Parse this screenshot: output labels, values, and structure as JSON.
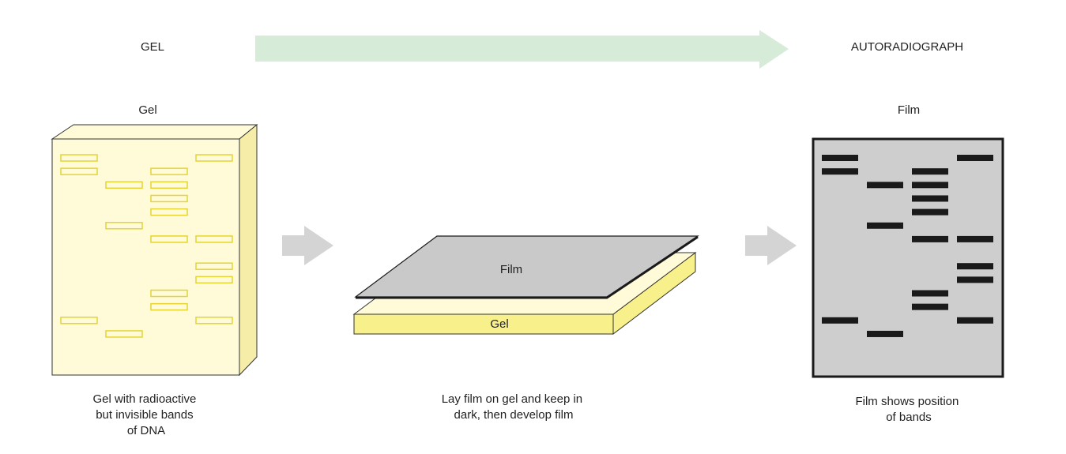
{
  "header": {
    "left_label": "GEL",
    "right_label": "AUTORADIOGRAPH"
  },
  "gel_panel": {
    "title": "Gel",
    "caption": [
      "Gel with radioactive",
      "but invisible bands",
      "of DNA"
    ]
  },
  "stack_panel": {
    "film_label": "Film",
    "gel_label": "Gel",
    "caption": [
      "Lay film on gel and keep in",
      "dark, then develop film"
    ]
  },
  "film_panel": {
    "title": "Film",
    "caption": [
      "Film shows position",
      "of bands"
    ]
  },
  "bands": {
    "lane_1": [
      1,
      2,
      13
    ],
    "lane_2": [
      3,
      6,
      14
    ],
    "lane_3": [
      2,
      3,
      4,
      5,
      7,
      11,
      12
    ],
    "lane_4": [
      1,
      7,
      9,
      10,
      13
    ]
  },
  "colors": {
    "arrow_main": "#d6ecd9",
    "arrow_step": "#d4d4d4",
    "gel_fill": "#fffbd8",
    "gel_side": "#f6eea8",
    "gel_band": "#e5d432",
    "film_fill": "#cecece",
    "film_band": "#1a1a1a",
    "stack_gel": "#f8f08a",
    "stack_film": "#c9c9c9"
  }
}
